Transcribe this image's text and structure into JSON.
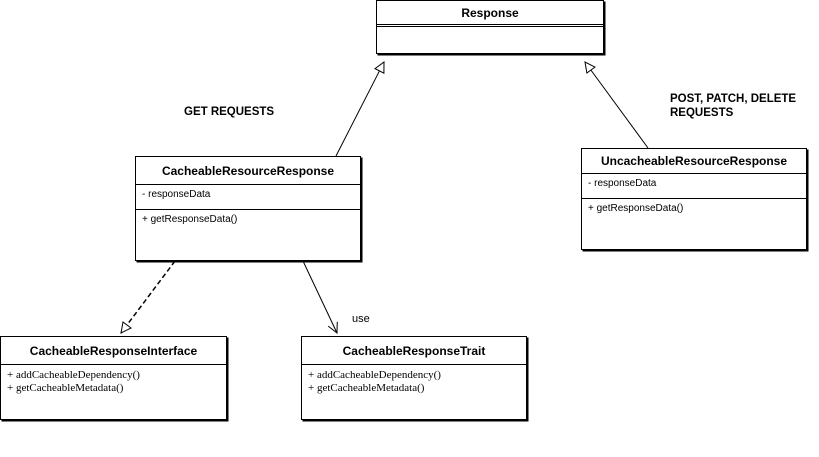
{
  "classes": {
    "response": {
      "name": "Response"
    },
    "cacheable_resource_response": {
      "name": "CacheableResourceResponse",
      "attributes": [
        "- responseData"
      ],
      "methods": [
        "+ getResponseData()"
      ]
    },
    "uncacheable_resource_response": {
      "name": "UncacheableResourceResponse",
      "attributes": [
        "- responseData"
      ],
      "methods": [
        "+ getResponseData()"
      ]
    },
    "cacheable_response_interface": {
      "name": "CacheableResponseInterface",
      "methods": [
        "+ addCacheableDependency()",
        "+ getCacheableMetadata()"
      ]
    },
    "cacheable_response_trait": {
      "name": "CacheableResponseTrait",
      "methods": [
        "+ addCacheableDependency()",
        "+ getCacheableMetadata()"
      ]
    }
  },
  "labels": {
    "get_requests": "GET REQUESTS",
    "post_patch_delete_line1": "POST, PATCH, DELETE",
    "post_patch_delete_line2": "REQUESTS",
    "use": "use"
  }
}
